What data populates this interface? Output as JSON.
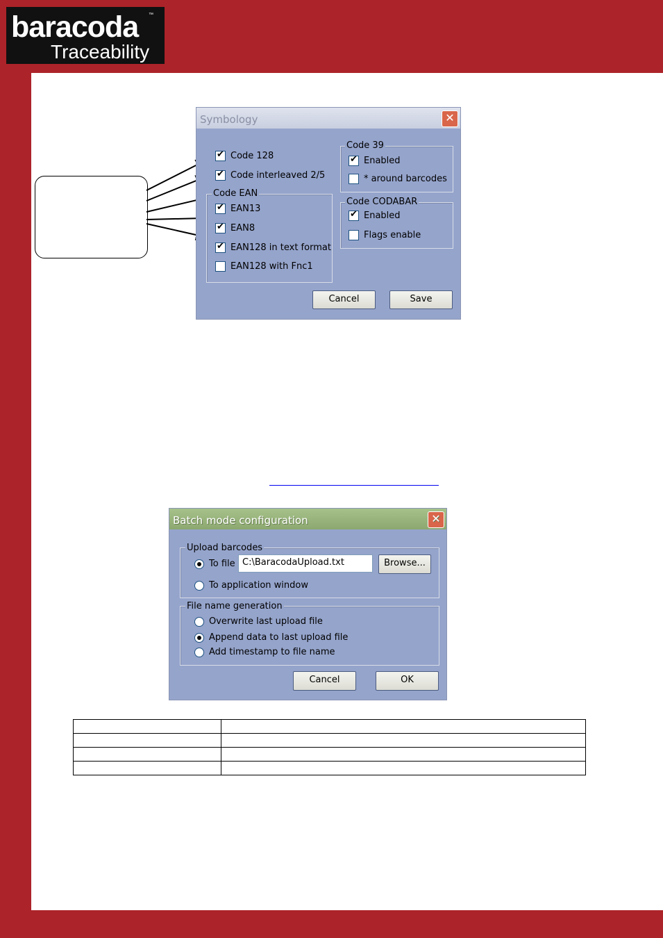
{
  "colors": {
    "frame": "#ac2329",
    "page": "#ffffff",
    "dialog_bg": "#95a4cb"
  },
  "logo": {
    "brand": "baracoda",
    "trademark": "™",
    "subtitle": "Traceability"
  },
  "symbology_dialog": {
    "title": "Symbology",
    "close_icon": "close-icon",
    "checkboxes": {
      "code128": {
        "label": "Code 128",
        "checked": true
      },
      "code_interleaved": {
        "label": "Code interleaved 2/5",
        "checked": true
      },
      "ean13": {
        "label": "EAN13",
        "checked": true
      },
      "ean8": {
        "label": "EAN8",
        "checked": true
      },
      "ean128_text": {
        "label": "EAN128 in text format",
        "checked": true
      },
      "ean128_fnc1": {
        "label": "EAN128 with Fnc1",
        "checked": false
      },
      "code39_enabled": {
        "label": "Enabled",
        "checked": true
      },
      "code39_around": {
        "label": "* around barcodes",
        "checked": false
      },
      "codabar_enabled": {
        "label": "Enabled",
        "checked": true
      },
      "codabar_flags": {
        "label": "Flags enable",
        "checked": false
      }
    },
    "groups": {
      "code_ean": "Code EAN",
      "code39": "Code 39",
      "codabar": "Code CODABAR"
    },
    "cancel_label": "Cancel",
    "save_label": "Save"
  },
  "batch_dialog": {
    "title": "Batch mode configuration",
    "close_icon": "close-icon",
    "upload_group": "Upload barcodes",
    "to_file_label": "To file",
    "file_path": "C:\\BaracodaUpload.txt",
    "browse_label": "Browse...",
    "to_app_label": "To application window",
    "filename_group": "File name generation",
    "overwrite_label": "Overwrite last upload file",
    "append_label": "Append data to last upload file",
    "timestamp_label": "Add timestamp to file name",
    "selected_upload": "to_file",
    "selected_filename": "append",
    "cancel_label": "Cancel",
    "ok_label": "OK"
  },
  "table": {
    "rows": 4,
    "columns": 2
  }
}
